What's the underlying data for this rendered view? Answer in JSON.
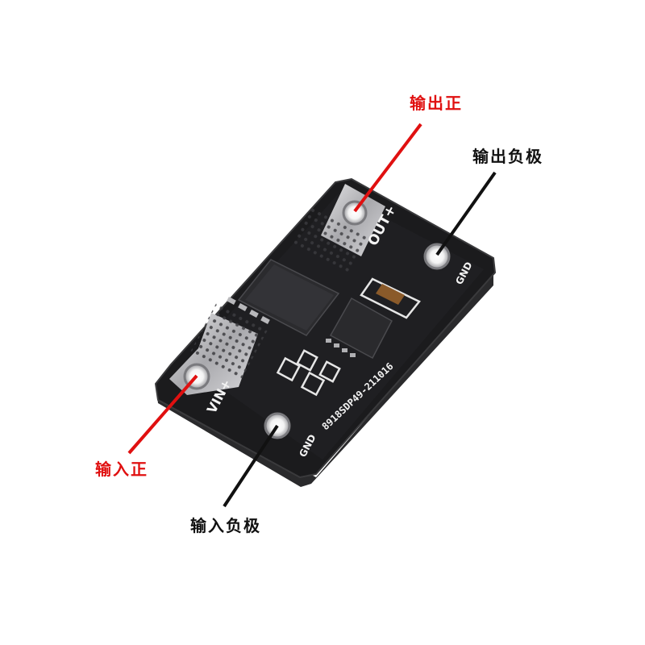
{
  "callouts": {
    "output_positive": "输出正",
    "output_negative": "输出负极",
    "input_positive": "输入正",
    "input_negative": "输入负极"
  },
  "board": {
    "out_plus": "OUT+",
    "vin_plus": "VIN+",
    "gnd_top": "GND",
    "gnd_bottom": "GND",
    "part_number": "8918SDP49-211016"
  },
  "colors": {
    "background": "#ffffff",
    "pcb": "#1b1b1d",
    "pcb_edge": "#3a3a3c",
    "pad_metal": "#c9c9cc",
    "red_line": "#e01010",
    "black_line": "#111111",
    "silkscreen": "#f2f2f2"
  }
}
